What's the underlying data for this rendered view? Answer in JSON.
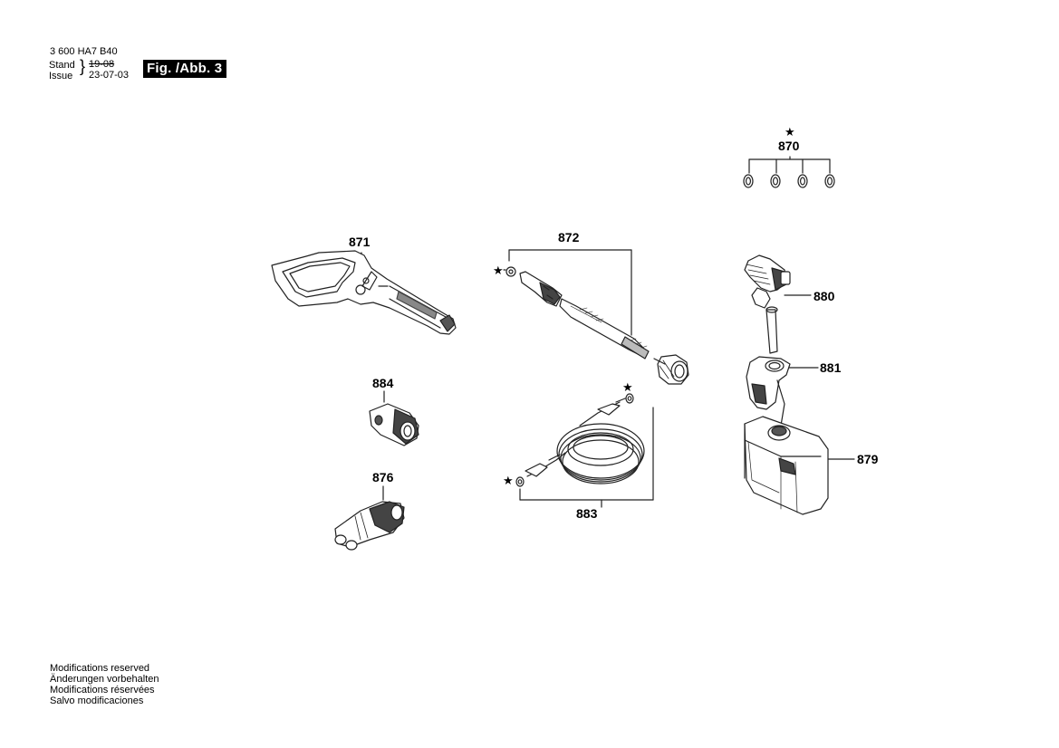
{
  "header": {
    "part_number": "3 600 HA7 B40",
    "stand_label": "Stand",
    "stand_date": "19-08",
    "issue_label": "Issue",
    "issue_date": "23-07-03",
    "figure_label": "Fig. /Abb. 3"
  },
  "parts": {
    "p870": "870",
    "p871": "871",
    "p872": "872",
    "p880": "880",
    "p881": "881",
    "p884": "884",
    "p876": "876",
    "p879": "879",
    "p883": "883"
  },
  "star_symbol": "★",
  "footer": {
    "line1": "Modifications reserved",
    "line2": "Änderungen vorbehalten",
    "line3": "Modifications réservées",
    "line4": "Salvo modificaciones"
  }
}
